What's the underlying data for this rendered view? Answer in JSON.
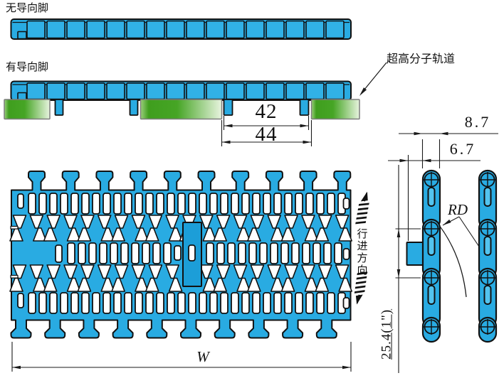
{
  "labels": {
    "no_guide_feet": "无导向脚",
    "with_guide_feet": "有导向脚",
    "uhmw_rail": "超高分子轨道",
    "travel_direction": "行进方向"
  },
  "dimensions": {
    "feet_outer_width": "42",
    "rail_gap_width": "44",
    "plate_width": "8.7",
    "tab_offset": "6.7",
    "pitch": "25.4(1\")",
    "belt_width": "W",
    "back_flex_radius": "RD"
  },
  "colors": {
    "belt": "#29ABE2",
    "belt_square": "#31B1E6",
    "belt_seam": "#1C9ED8",
    "chain_slot": "#53C4EE",
    "outline": "#111111",
    "dim_line": "#1a1a1a",
    "green_1": "#9ccf7d",
    "green_2": "#3f9e1e",
    "green_3": "#46a525",
    "green_4": "#e8f4df",
    "rail_border": "#7d7d7d",
    "background": "#ffffff"
  }
}
